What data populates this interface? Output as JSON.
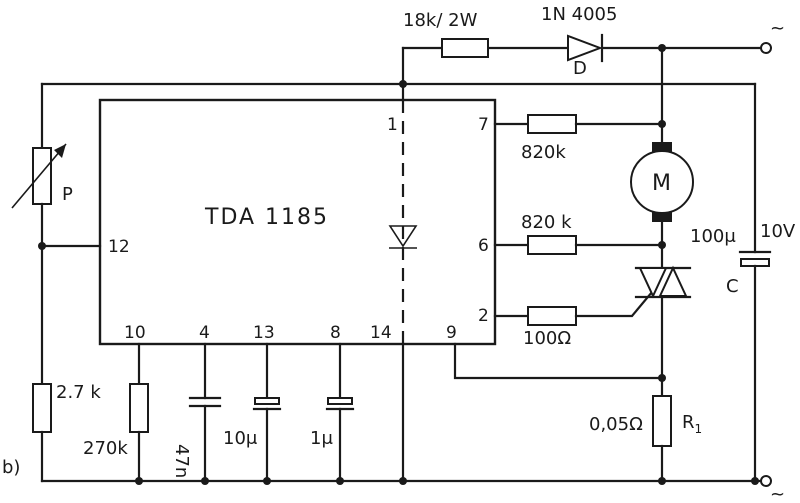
{
  "figure_label": "b)",
  "ic": {
    "name": "TDA 1185",
    "pins": {
      "p1": "1",
      "p7": "7",
      "p6": "6",
      "p2": "2",
      "p12": "12",
      "p10": "10",
      "p4": "4",
      "p13": "13",
      "p8": "8",
      "p14": "14",
      "p9": "9"
    }
  },
  "labels": {
    "r_top": "18k/ 2W",
    "diode_part": "1N 4005",
    "diode_ref": "D",
    "r_pin7": "820k",
    "r_pin6": "820 k",
    "r_pin2": "100Ω",
    "motor": "M",
    "cap_value": "100μ",
    "cap_voltage": "10V",
    "cap_ref": "C",
    "pot_ref": "P",
    "r_27k": "2.7 k",
    "r_270k": "270k",
    "c_pin4": "47n",
    "c_pin13": "10μ",
    "c_pin8": "1μ",
    "r_shunt": "0,05Ω",
    "r_shunt_ref": "R",
    "r_shunt_sub": "1",
    "ac_top": "~",
    "ac_bottom": "~"
  }
}
